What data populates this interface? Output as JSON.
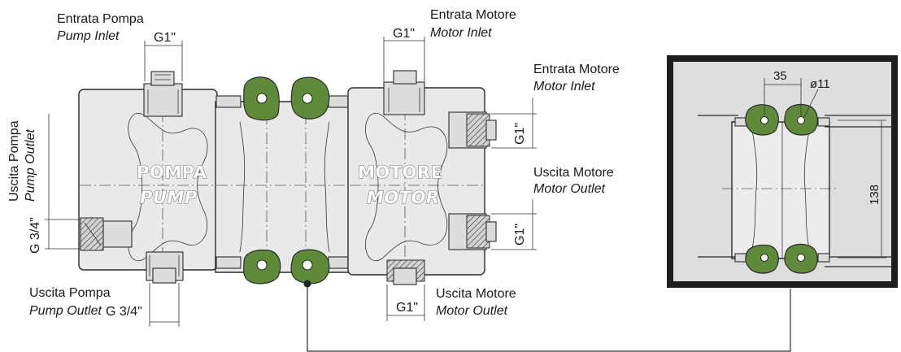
{
  "labels": {
    "pump_inlet_it": "Entrata Pompa",
    "pump_inlet_en": "Pump Inlet",
    "pump_inlet_size": "G1\"",
    "motor_inlet_top_it": "Entrata Motore",
    "motor_inlet_top_en": "Motor Inlet",
    "motor_inlet_top_size": "G1\"",
    "motor_inlet_side_it": "Entrata Motore",
    "motor_inlet_side_en": "Motor Inlet",
    "motor_inlet_side_size": "G1\"",
    "motor_outlet_side_it": "Uscita Motore",
    "motor_outlet_side_en": "Motor Outlet",
    "motor_outlet_side_size": "G1\"",
    "pump_outlet_side_it": "Uscita Pompa",
    "pump_outlet_side_en": "Pump Outlet",
    "pump_outlet_side_size": "G 3/4\"",
    "pump_outlet_bottom_it": "Uscita Pompa",
    "pump_outlet_bottom_en": "Pump Outlet",
    "pump_outlet_bottom_size": "G 3/4\"",
    "motor_outlet_bottom_it": "Uscita Motore",
    "motor_outlet_bottom_en": "Motor Outlet",
    "motor_outlet_bottom_size": "G1\""
  },
  "bodies": {
    "pump_it": "POMPA",
    "pump_en": "PUMP",
    "motor_it": "MOTORE",
    "motor_en": "MOTOR"
  },
  "detail": {
    "spacing": "35",
    "hole_diameter": "ø11",
    "height": "138"
  },
  "colors": {
    "bracket_green": "#5f8a3a",
    "body_gray": "#e9e9e9",
    "detail_bg": "#dedede"
  }
}
